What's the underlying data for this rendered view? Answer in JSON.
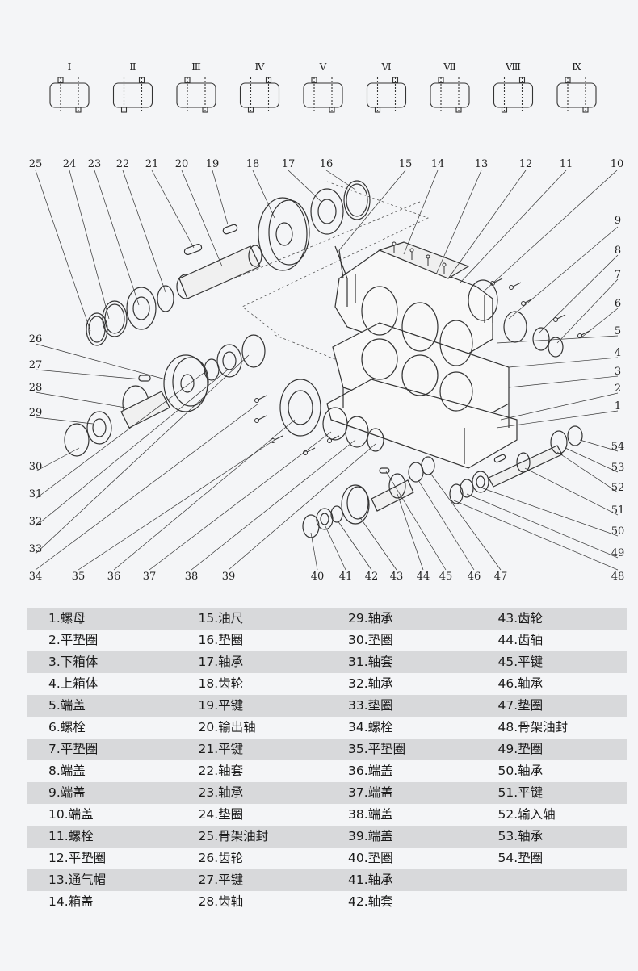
{
  "arrangements": [
    "Ⅰ",
    "Ⅱ",
    "Ⅲ",
    "Ⅳ",
    "Ⅴ",
    "Ⅵ",
    "Ⅶ",
    "Ⅷ",
    "Ⅸ"
  ],
  "callouts": [
    "1",
    "2",
    "3",
    "4",
    "5",
    "6",
    "7",
    "8",
    "9",
    "10",
    "11",
    "12",
    "13",
    "14",
    "15",
    "16",
    "17",
    "18",
    "19",
    "20",
    "21",
    "22",
    "23",
    "24",
    "25",
    "26",
    "27",
    "28",
    "29",
    "30",
    "31",
    "32",
    "33",
    "34",
    "35",
    "36",
    "37",
    "38",
    "39",
    "40",
    "41",
    "42",
    "43",
    "44",
    "45",
    "46",
    "47",
    "48",
    "49",
    "50",
    "51",
    "52",
    "53",
    "54"
  ],
  "parts_table": [
    [
      "1.螺母",
      "15.油尺",
      "29.轴承",
      "43.齿轮"
    ],
    [
      "2.平垫圈",
      "16.垫圈",
      "30.垫圈",
      "44.齿轴"
    ],
    [
      "3.下箱体",
      "17.轴承",
      "31.轴套",
      "45.平键"
    ],
    [
      "4.上箱体",
      "18.齿轮",
      "32.轴承",
      "46.轴承"
    ],
    [
      "5.端盖",
      "19.平键",
      "33.垫圈",
      "47.垫圈"
    ],
    [
      "6.螺栓",
      "20.输出轴",
      "34.螺栓",
      "48.骨架油封"
    ],
    [
      "7.平垫圈",
      "21.平键",
      "35.平垫圈",
      "49.垫圈"
    ],
    [
      "8.端盖",
      "22.轴套",
      "36.端盖",
      "50.轴承"
    ],
    [
      "9.端盖",
      "23.轴承",
      "37.端盖",
      "51.平键"
    ],
    [
      "10.端盖",
      "24.垫圈",
      "38.端盖",
      "52.输入轴"
    ],
    [
      "11.螺栓",
      "25.骨架油封",
      "39.端盖",
      "53.轴承"
    ],
    [
      "12.平垫圈",
      "26.齿轮",
      "40.垫圈",
      "54.垫圈"
    ],
    [
      "13.通气帽",
      "27.平键",
      "41.轴承",
      ""
    ],
    [
      "14.箱盖",
      "28.齿轴",
      "42.轴套",
      ""
    ]
  ],
  "colors": {
    "background": "#f4f5f7",
    "row_shade": "#d8d9db",
    "line": "#333333"
  }
}
